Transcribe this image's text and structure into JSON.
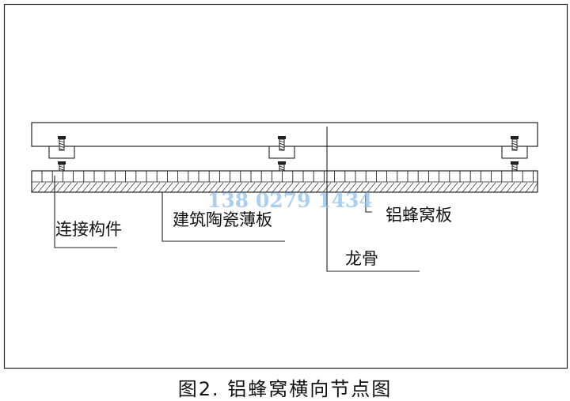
{
  "labels": {
    "connector": "连接构件",
    "ceramic_panel": "建筑陶瓷薄板",
    "honeycomb_panel": "铝蜂窝板",
    "keel": "龙骨"
  },
  "watermark": "138 0279 1434",
  "caption": "图2. 铝蜂窝横向节点图",
  "colors": {
    "line": "#222222",
    "watermark": "#9ec7ee"
  }
}
